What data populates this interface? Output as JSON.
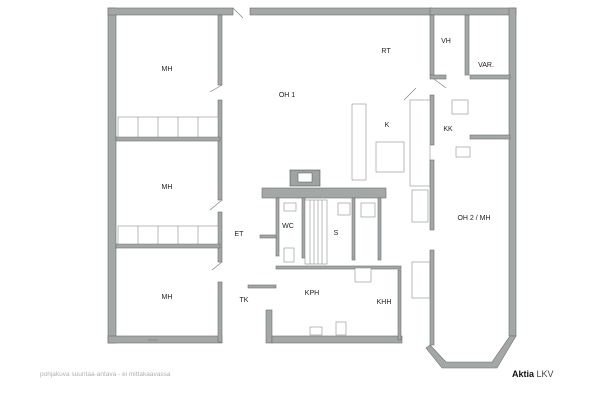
{
  "rooms": {
    "mh1": "MH",
    "mh2": "MH",
    "mh3": "MH",
    "oh1": "OH 1",
    "rt": "RT",
    "vh": "VH",
    "var": "VAR.",
    "k": "K",
    "kk": "KK",
    "et": "ET",
    "wc": "WC",
    "s": "S",
    "oh2": "OH 2 / MH",
    "tk": "TK",
    "kph": "KPH",
    "khh": "KHH"
  },
  "footer": {
    "note": "pohjakuva suuntaa-antava - ei mittakaavassa",
    "brand_bold": "Aktia",
    "brand_regular": "LKV"
  }
}
